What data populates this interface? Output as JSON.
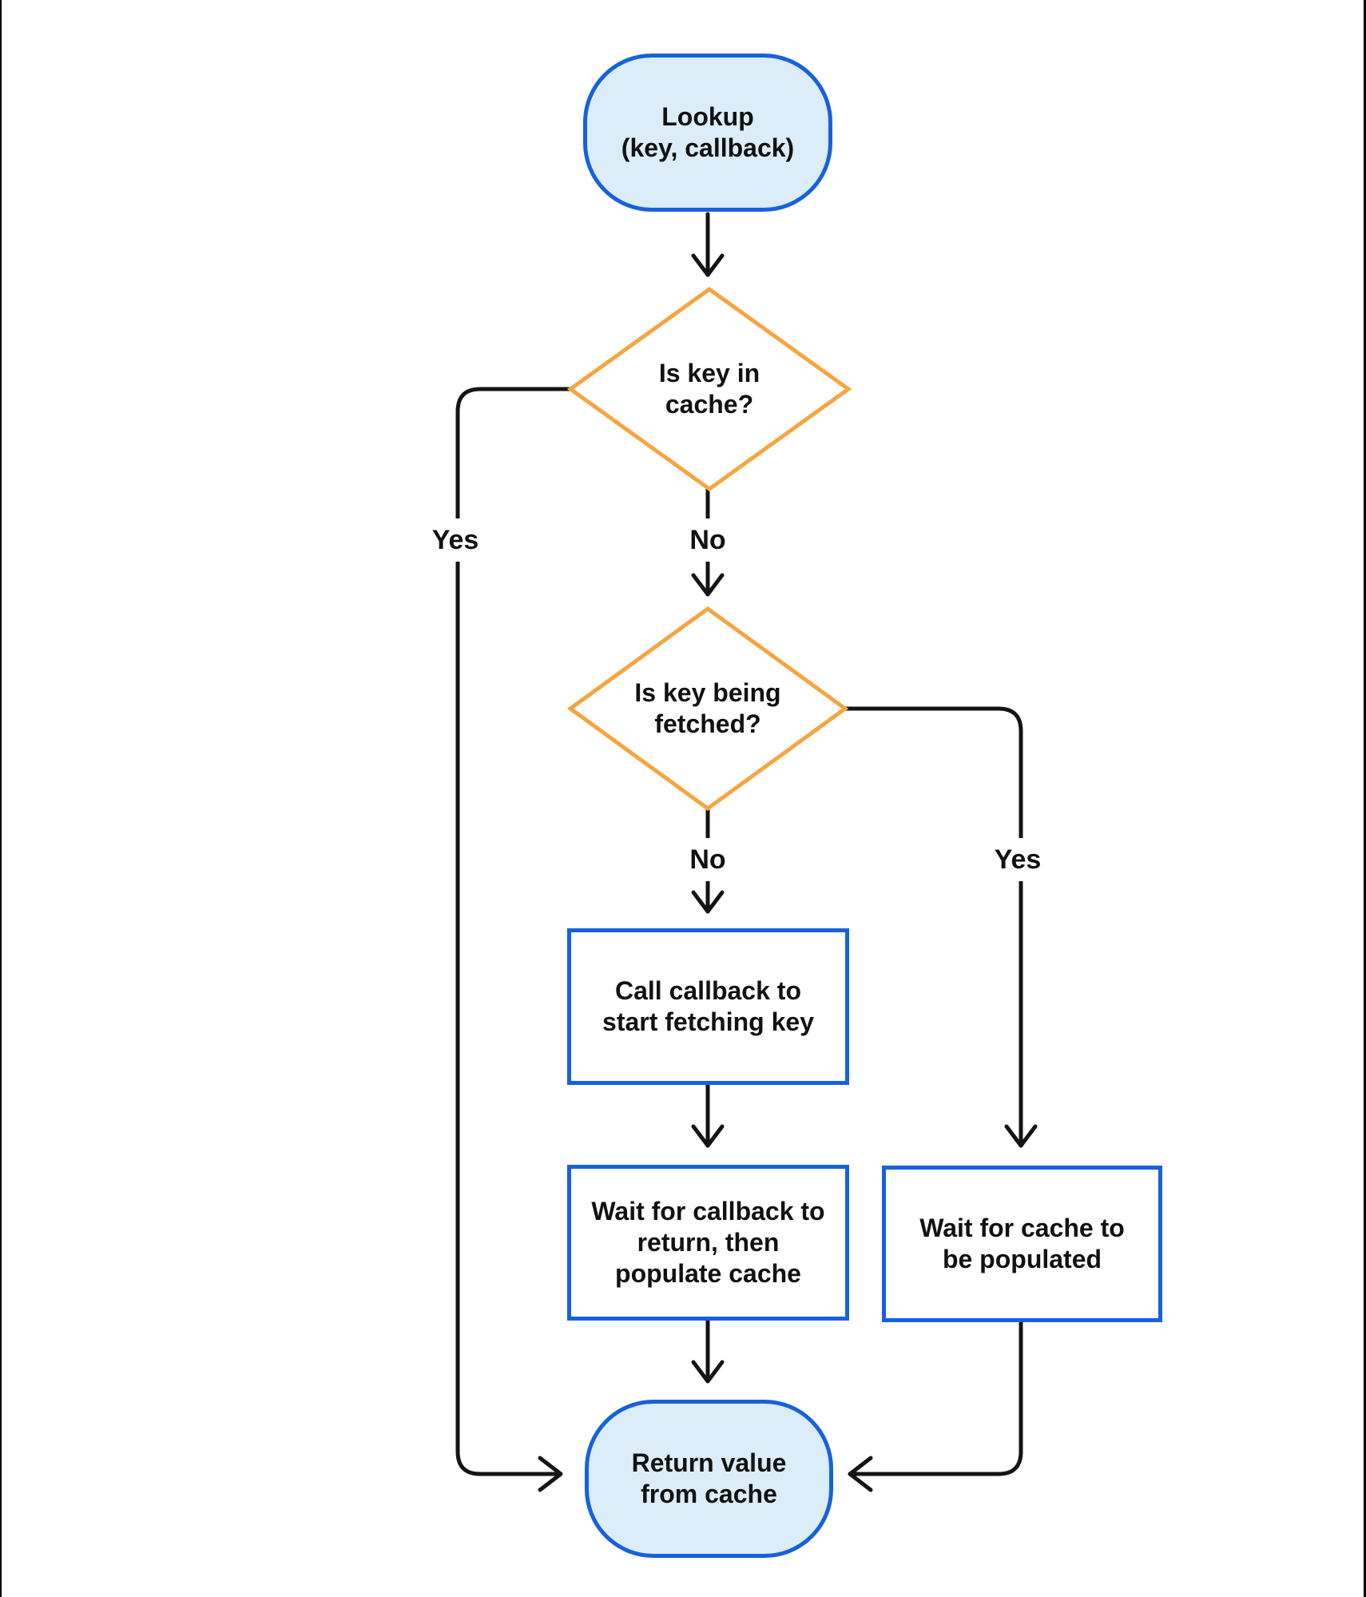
{
  "colors": {
    "terminator_fill": "#DAEDF8",
    "node_border": "#1761DC",
    "decision_border": "#F6A542",
    "edge": "#141414",
    "text": "#111111"
  },
  "nodes": {
    "lookup": {
      "type": "terminator",
      "label": "Lookup\n(key, callback)"
    },
    "is_key_in_cache": {
      "type": "decision",
      "label": "Is key in\ncache?"
    },
    "is_key_being_fetched": {
      "type": "decision",
      "label": "Is key being\nfetched?"
    },
    "call_callback": {
      "type": "process",
      "label": "Call callback to\nstart fetching key"
    },
    "wait_for_callback": {
      "type": "process",
      "label": "Wait for callback to\nreturn, then\npopulate cache"
    },
    "wait_for_cache": {
      "type": "process",
      "label": "Wait for cache to\nbe populated"
    },
    "return_value_from_cache": {
      "type": "terminator",
      "label": "Return value\nfrom cache"
    }
  },
  "edges": [
    {
      "from": "lookup",
      "to": "is_key_in_cache",
      "label": ""
    },
    {
      "from": "is_key_in_cache",
      "to": "return_value_from_cache",
      "label": "Yes"
    },
    {
      "from": "is_key_in_cache",
      "to": "is_key_being_fetched",
      "label": "No"
    },
    {
      "from": "is_key_being_fetched",
      "to": "call_callback",
      "label": "No"
    },
    {
      "from": "is_key_being_fetched",
      "to": "wait_for_cache",
      "label": "Yes"
    },
    {
      "from": "call_callback",
      "to": "wait_for_callback",
      "label": ""
    },
    {
      "from": "wait_for_callback",
      "to": "return_value_from_cache",
      "label": ""
    },
    {
      "from": "wait_for_cache",
      "to": "return_value_from_cache",
      "label": ""
    }
  ]
}
